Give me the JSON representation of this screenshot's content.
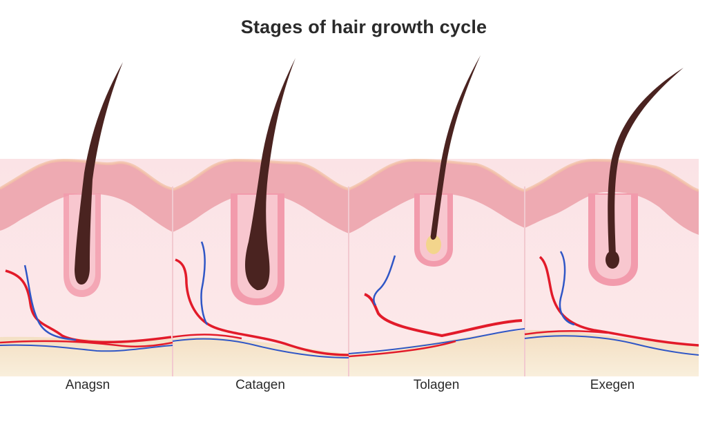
{
  "title": "Stages of hair growth cycle",
  "stages": [
    {
      "label": "Anagsn"
    },
    {
      "label": "Catagen"
    },
    {
      "label": "Tolagen"
    },
    {
      "label": "Exegen"
    }
  ],
  "colors": {
    "skin_top": "#eda8b0",
    "dermis": "#fbe1e4",
    "fat_layer": "#f6e7cc",
    "hair": "#4a2320",
    "follicle": "#ee9aaa",
    "artery": "#e21b2a",
    "vein": "#2f56c6",
    "dermal_papilla": "#f3d58c"
  }
}
